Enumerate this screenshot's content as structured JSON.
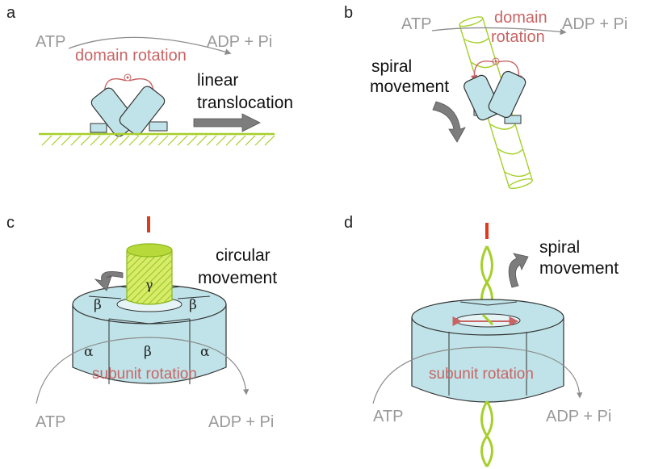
{
  "panels": {
    "a": {
      "letter": "a",
      "atp": "ATP",
      "adp": "ADP + Pi",
      "rotation": "domain rotation",
      "motion_line1": "linear",
      "motion_line2": "translocation"
    },
    "b": {
      "letter": "b",
      "atp": "ATP",
      "adp": "ADP + Pi",
      "rotation_line1": "domain",
      "rotation_line2": "rotation",
      "motion_line1": "spiral",
      "motion_line2": "movement"
    },
    "c": {
      "letter": "c",
      "motion_line1": "circular",
      "motion_line2": "movement",
      "gamma": "γ",
      "beta": "β",
      "alpha": "α",
      "rotation": "subunit rotation",
      "atp": "ATP",
      "adp": "ADP + Pi"
    },
    "d": {
      "letter": "d",
      "motion_line1": "spiral",
      "motion_line2": "movement",
      "rotation": "subunit rotation",
      "atp": "ATP",
      "adp": "ADP + Pi"
    }
  },
  "colors": {
    "protein_fill": "#bfe3e8",
    "track_green": "#a6cf2a",
    "rotation_red": "#c96464",
    "arrow_gray": "#8c8c8c",
    "label_gray": "#999999",
    "marker_red": "#e03a1e"
  }
}
